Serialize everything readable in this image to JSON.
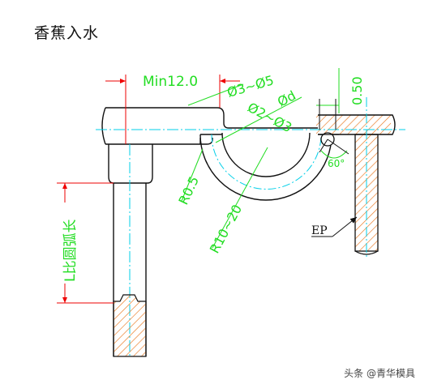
{
  "title": "香蕉入水",
  "labels": {
    "min_gap": "Min12.0",
    "tip_dia": "Ø3~Ø5",
    "channel_dia": "Ø2~Ø3",
    "gate_dia": "Ød",
    "gate_depth": "0.50",
    "corner_radius": "R0.5",
    "arc_radius": "R10~20",
    "arc_length": "L比圆弧长",
    "angle": "60°",
    "ejector": "EP"
  },
  "watermark": "头条 @青华模具",
  "colors": {
    "outline": "#111111",
    "dimension": "#22dd22",
    "centerline": "#00cfe8",
    "dim_arrow": "#ee0000",
    "hatch": "#e87820"
  }
}
